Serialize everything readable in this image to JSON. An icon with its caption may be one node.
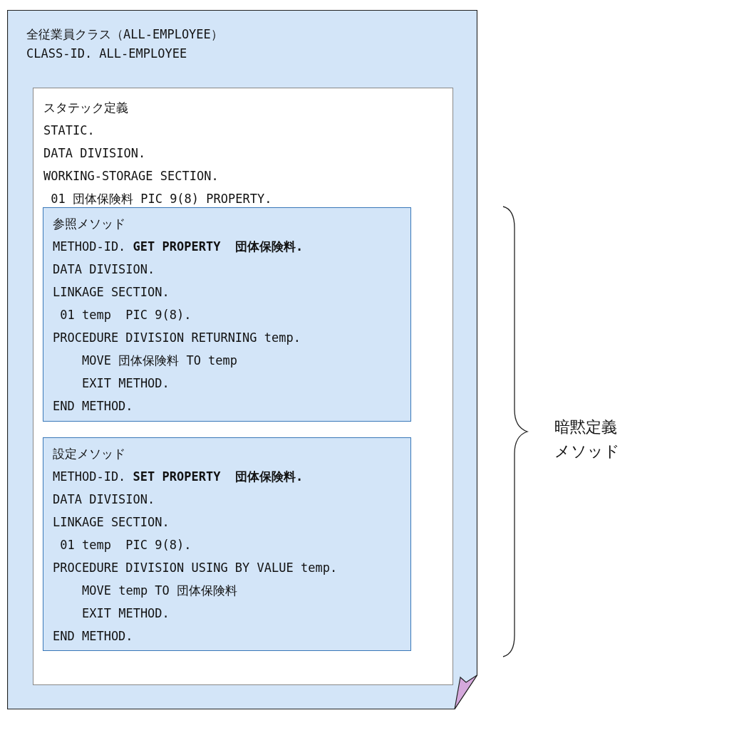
{
  "diagram": {
    "nodes": [
      {
        "text": [
          "全従業員クラス（ALL-EMPLOYEE）",
          "CLASS-ID. ALL-EMPLOYEE"
        ]
      },
      {
        "text": [
          "スタテック定義",
          "STATIC.",
          "DATA DIVISION.",
          "WORKING-STORAGE SECTION.",
          "01 団体保険料 PIC 9(8) PROPERTY."
        ],
        "in": 0
      },
      {
        "text": [
          "参照メソッド",
          "METHOD-ID. **GET PROPERTY  団体保険料.**",
          "DATA DIVISION.",
          "LINKAGE SECTION.",
          "01 temp  PIC 9(8).",
          "PROCEDURE DIVISION RETURNING temp.",
          "MOVE 団体保険料 TO temp",
          "EXIT METHOD.",
          "END METHOD."
        ],
        "in": 1
      },
      {
        "text": [
          "設定メソッド",
          "METHOD-ID. **SET PROPERTY  団体保険料.**",
          "DATA DIVISION.",
          "LINKAGE SECTION.",
          "01 temp  PIC 9(8).",
          "PROCEDURE DIVISION USING BY VALUE temp.",
          "MOVE temp TO 団体保険料",
          "EXIT METHOD.",
          "END METHOD."
        ],
        "in": 1
      }
    ],
    "labels": [
      "暗黙定義メソッド"
    ]
  }
}
